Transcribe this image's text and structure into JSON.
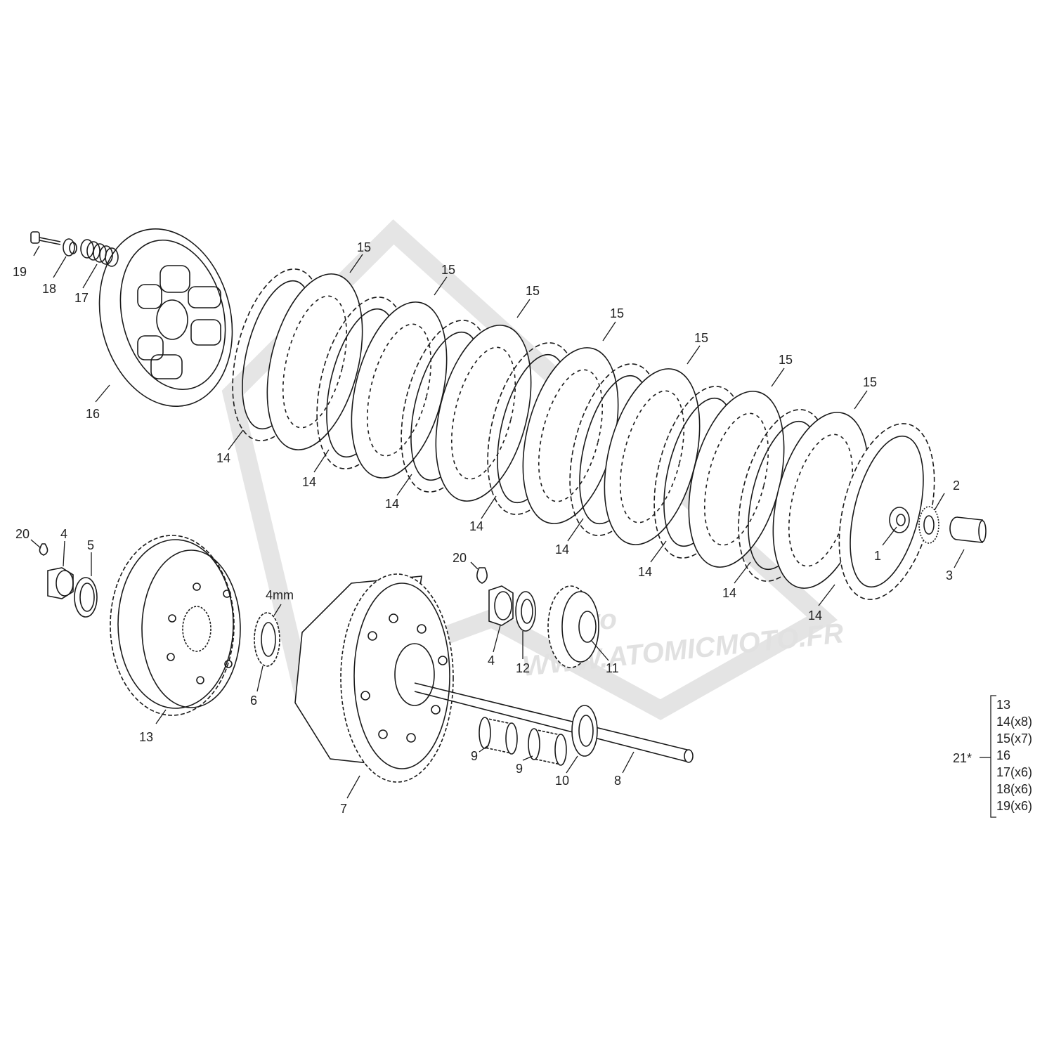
{
  "watermark": {
    "brand": "moto",
    "url": "WWW.ATOMICMOTO.FR"
  },
  "callouts": {
    "c1": "1",
    "c2": "2",
    "c3": "3",
    "c4a": "4",
    "c4b": "4",
    "c5": "5",
    "c6": "6",
    "c7": "7",
    "c8": "8",
    "c9a": "9",
    "c9b": "9",
    "c10": "10",
    "c11": "11",
    "c12": "12",
    "c13": "13",
    "c14": [
      "14",
      "14",
      "14",
      "14",
      "14",
      "14",
      "14",
      "14"
    ],
    "c15": [
      "15",
      "15",
      "15",
      "15",
      "15",
      "15",
      "15"
    ],
    "c16": "16",
    "c17": "17",
    "c18": "18",
    "c19": "19",
    "c20a": "20",
    "c20b": "20",
    "spacer": "4mm"
  },
  "kit": {
    "label": "21*",
    "items": [
      "13",
      "14(x8)",
      "15(x7)",
      "16",
      "17(x6)",
      "18(x6)",
      "19(x6)"
    ]
  },
  "colors": {
    "line": "#1a1a1a",
    "watermark": "#c9c9c9",
    "background": "#ffffff"
  }
}
